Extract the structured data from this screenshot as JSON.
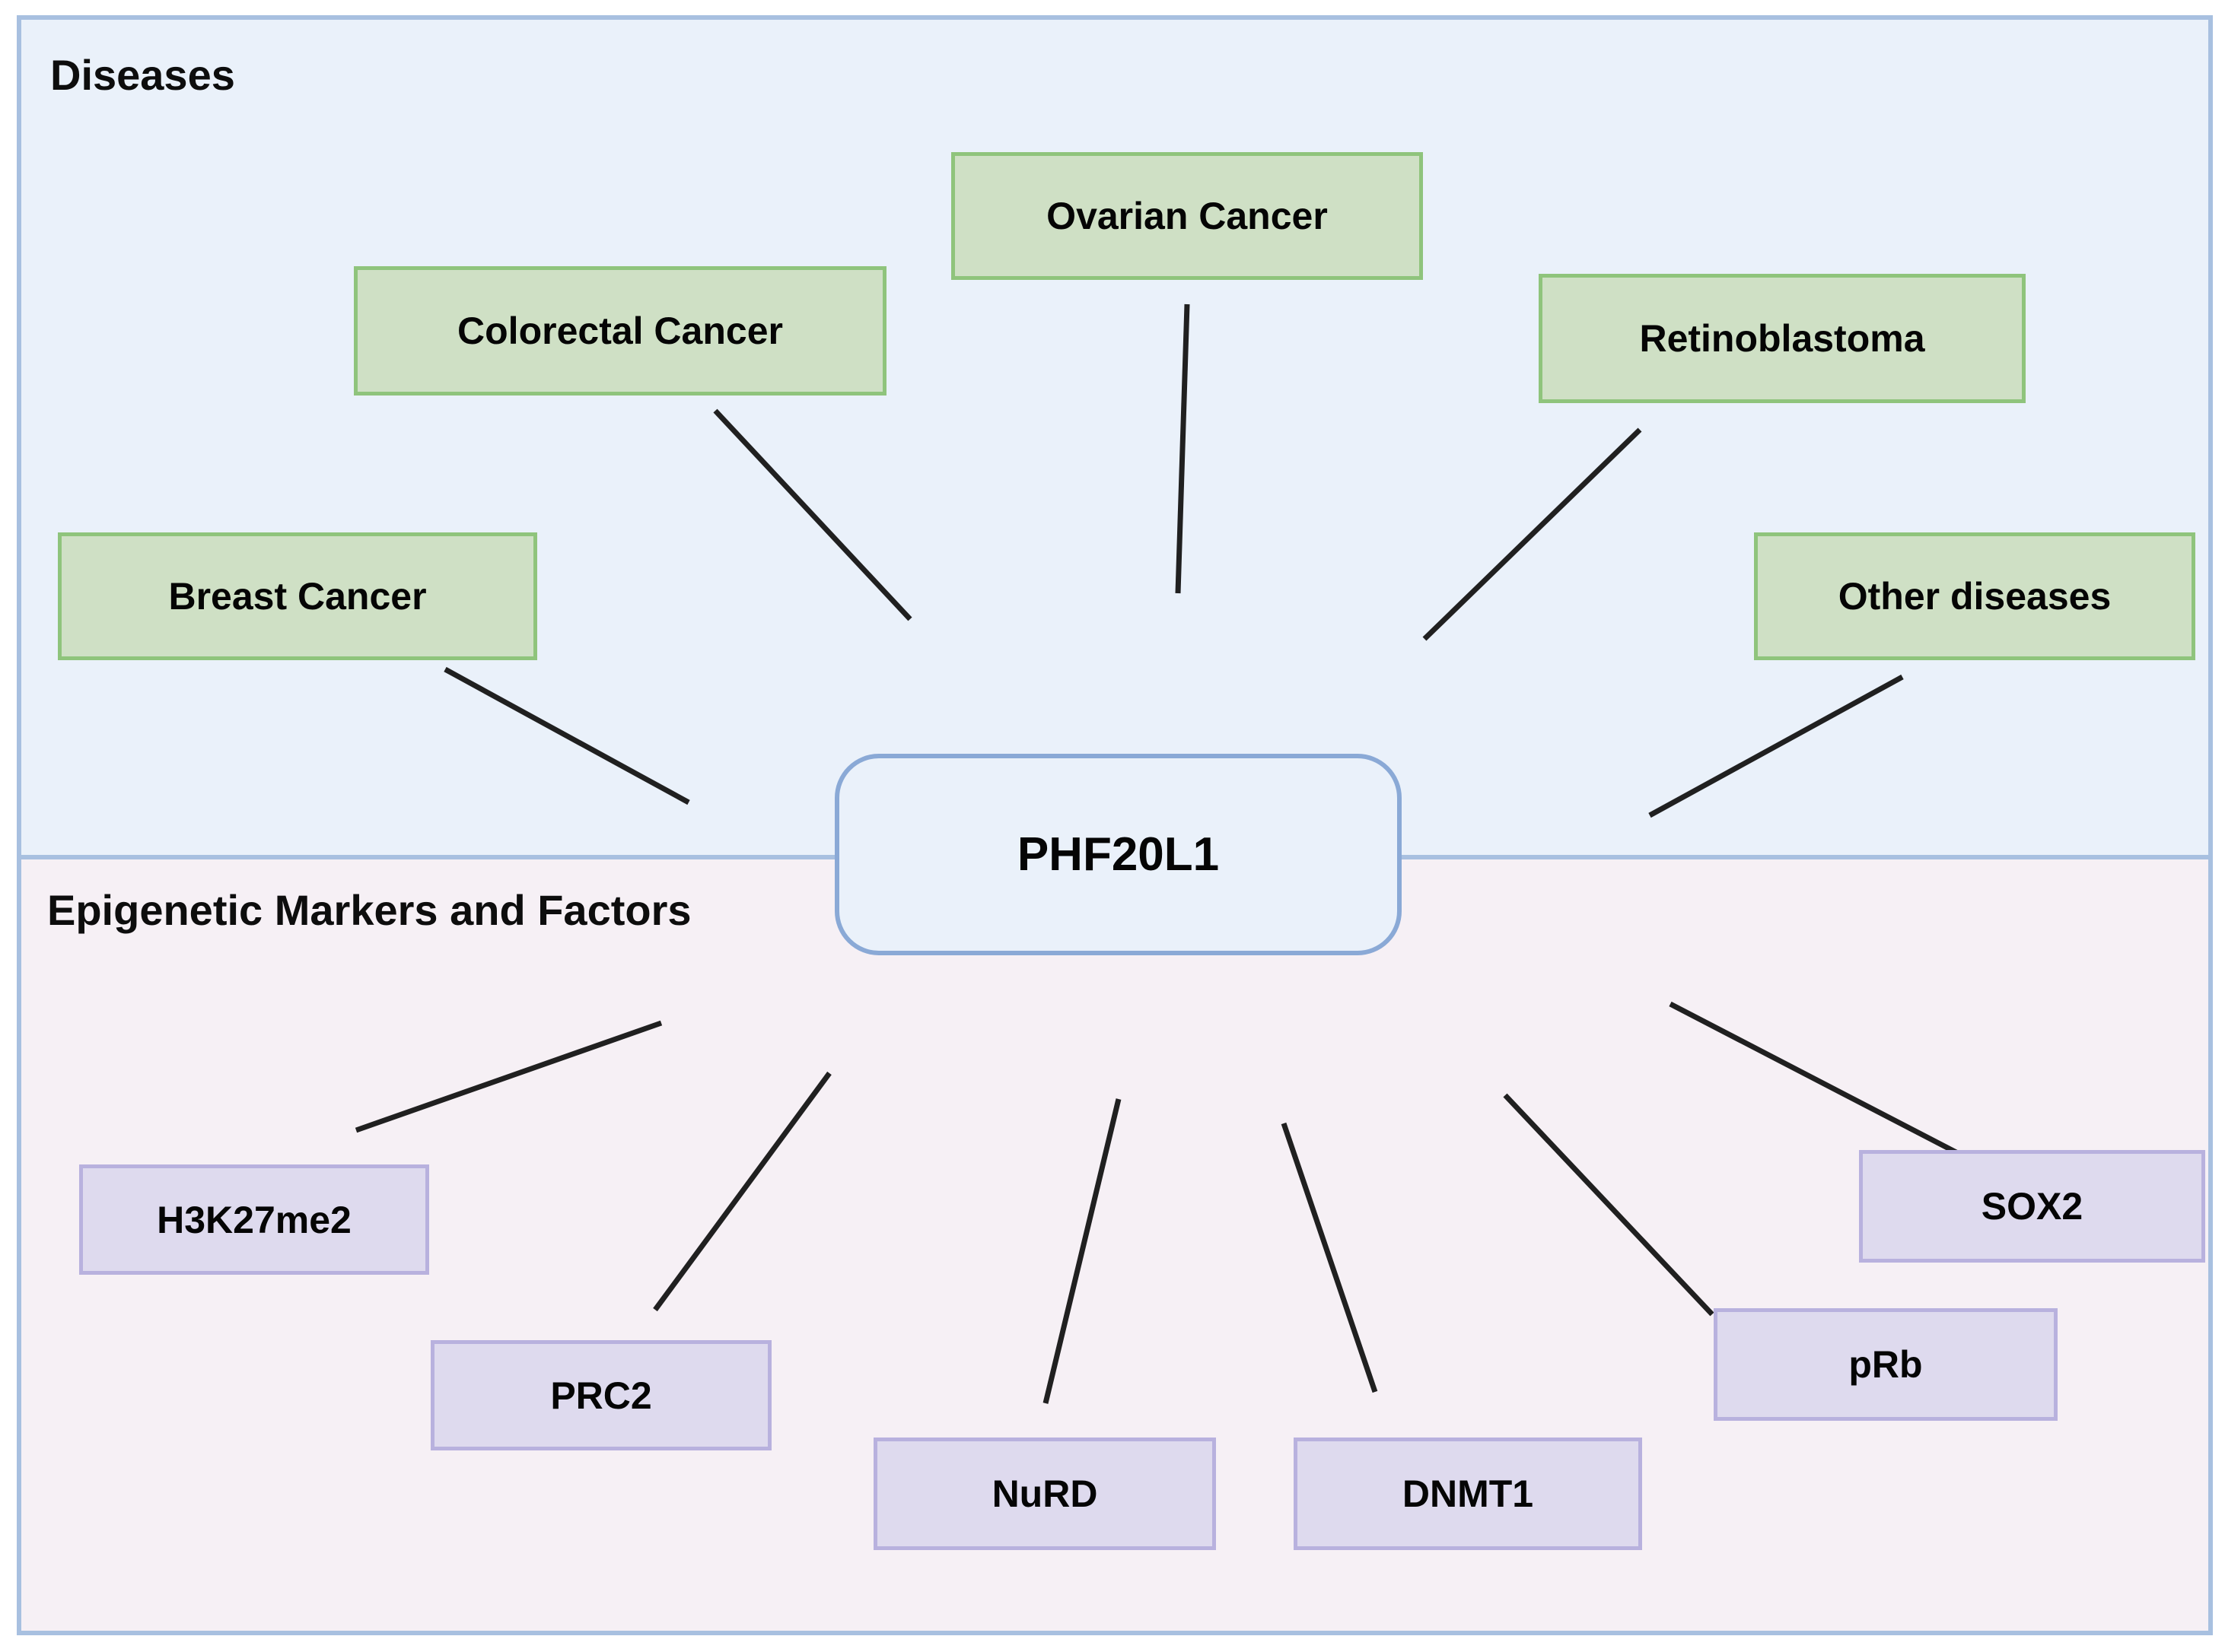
{
  "figure": {
    "kind": "concept-map",
    "center_node": {
      "label": "PHF20L1"
    },
    "panels": [
      {
        "id": "diseases",
        "title": "Diseases",
        "background": "#eaf1fa",
        "border": "#a8c0e0"
      },
      {
        "id": "epigenetic",
        "title": "Epigenetic Markers and Factors",
        "background": "#f6f0f5",
        "border": "#a8c0e0"
      }
    ],
    "colors": {
      "disease_fill": "#cfe0c5",
      "disease_border": "#8fc47c",
      "factor_fill": "#dedaee",
      "factor_border": "#b8b1de",
      "center_fill": "#eaf1fa",
      "center_border": "#8aa9d6",
      "edge": "#202020"
    }
  },
  "diseases": [
    {
      "label": "Breast Cancer"
    },
    {
      "label": "Colorectal Cancer"
    },
    {
      "label": "Ovarian Cancer"
    },
    {
      "label": "Retinoblastoma"
    },
    {
      "label": "Other diseases"
    }
  ],
  "factors": [
    {
      "label": "H3K27me2"
    },
    {
      "label": "PRC2"
    },
    {
      "label": "NuRD"
    },
    {
      "label": "DNMT1"
    },
    {
      "label": "pRb"
    },
    {
      "label": "SOX2"
    }
  ],
  "edges": [
    {
      "from": "PHF20L1",
      "to": "Breast Cancer"
    },
    {
      "from": "PHF20L1",
      "to": "Colorectal Cancer"
    },
    {
      "from": "PHF20L1",
      "to": "Ovarian Cancer"
    },
    {
      "from": "PHF20L1",
      "to": "Retinoblastoma"
    },
    {
      "from": "PHF20L1",
      "to": "Other diseases"
    },
    {
      "from": "PHF20L1",
      "to": "H3K27me2"
    },
    {
      "from": "PHF20L1",
      "to": "PRC2"
    },
    {
      "from": "PHF20L1",
      "to": "NuRD"
    },
    {
      "from": "PHF20L1",
      "to": "DNMT1"
    },
    {
      "from": "PHF20L1",
      "to": "pRb"
    },
    {
      "from": "PHF20L1",
      "to": "SOX2"
    }
  ]
}
